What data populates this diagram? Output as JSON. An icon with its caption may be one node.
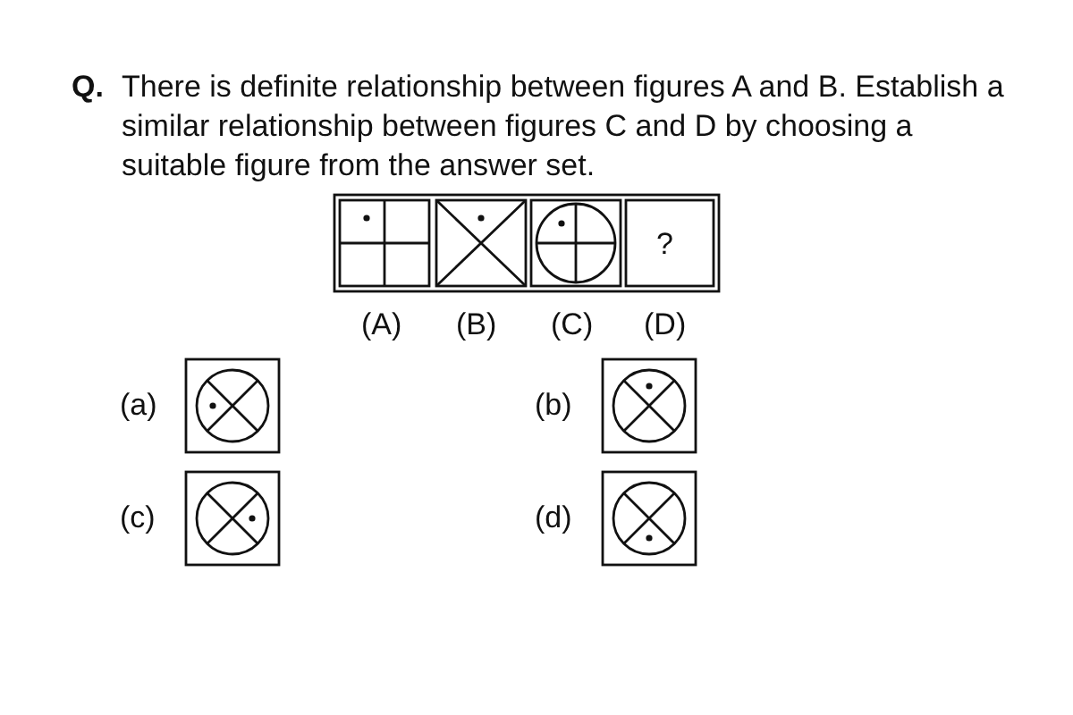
{
  "diagram": {
    "labels": [
      "Q.",
      "There is definite relationship between figures A and B. Establish a similar relationship between figures C and D by choosing a suitable figure from the answer set.",
      "?",
      "(A)",
      "(B)",
      "(C)",
      "(D)",
      "(a)",
      "(b)",
      "(c)",
      "(d)"
    ]
  }
}
